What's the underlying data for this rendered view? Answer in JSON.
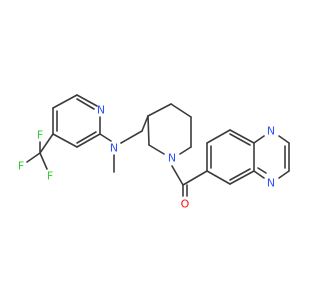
{
  "molecule": {
    "atoms": {
      "f_top": {
        "label": "F",
        "color": "#33cc33"
      },
      "f_left": {
        "label": "F",
        "color": "#33cc33"
      },
      "f_bottom": {
        "label": "F",
        "color": "#33cc33"
      },
      "n_pyridine": {
        "label": "N",
        "color": "#3050f8"
      },
      "n_amine": {
        "label": "N",
        "color": "#3050f8"
      },
      "n_piperidine": {
        "label": "N",
        "color": "#3050f8"
      },
      "o_carbonyl": {
        "label": "O",
        "color": "#ff0d0d"
      },
      "n_quinox_top": {
        "label": "N",
        "color": "#3050f8"
      },
      "n_quinox_bottom": {
        "label": "N",
        "color": "#3050f8"
      }
    },
    "bond_color": "#3b3b3b"
  }
}
